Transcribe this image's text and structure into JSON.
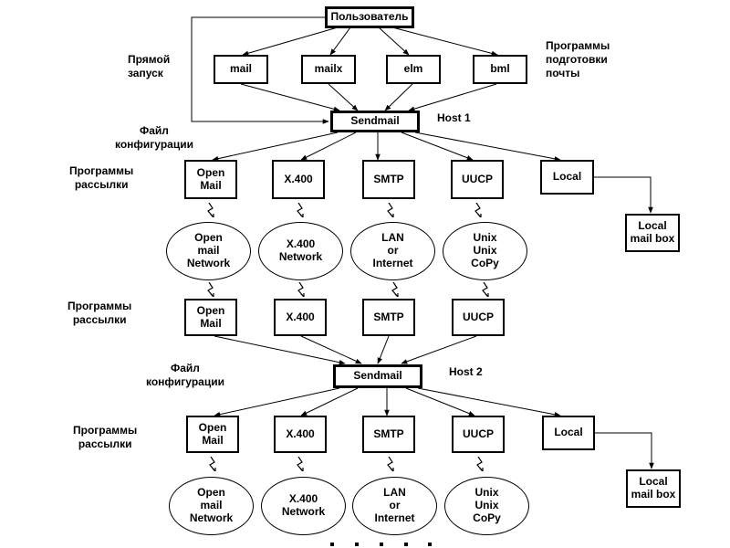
{
  "top": {
    "user": "Пользователь",
    "direct_launch": "Прямой\nзапуск",
    "prep_programs": "Программы\nподготовки\nпочты",
    "clients": [
      "mail",
      "mailx",
      "elm",
      "bml"
    ]
  },
  "host1": {
    "host_label": "Host 1",
    "sendmail": "Sendmail",
    "config_file": "Файл\nконфигурации",
    "delivery_programs": "Программы\nрассылки",
    "agents": [
      "Open\nMail",
      "X.400",
      "SMTP",
      "UUCP",
      "Local"
    ],
    "networks": [
      "Open\nmail\nNetwork",
      "X.400\nNetwork",
      "LAN\nor\nInternet",
      "Unix\nUnix\nCoPy"
    ],
    "local_mailbox": "Local\nmail box"
  },
  "middle": {
    "delivery_programs": "Программы\nрассылки",
    "agents": [
      "Open\nMail",
      "X.400",
      "SMTP",
      "UUCP"
    ]
  },
  "host2": {
    "host_label": "Host 2",
    "sendmail": "Sendmail",
    "config_file": "Файл\nконфигурации",
    "delivery_programs": "Программы\nрассылки",
    "agents": [
      "Open\nMail",
      "X.400",
      "SMTP",
      "UUCP",
      "Local"
    ],
    "networks": [
      "Open\nmail\nNetwork",
      "X.400\nNetwork",
      "LAN\nor\nInternet",
      "Unix\nUnix\nCoPy"
    ],
    "local_mailbox": "Local\nmail box"
  }
}
